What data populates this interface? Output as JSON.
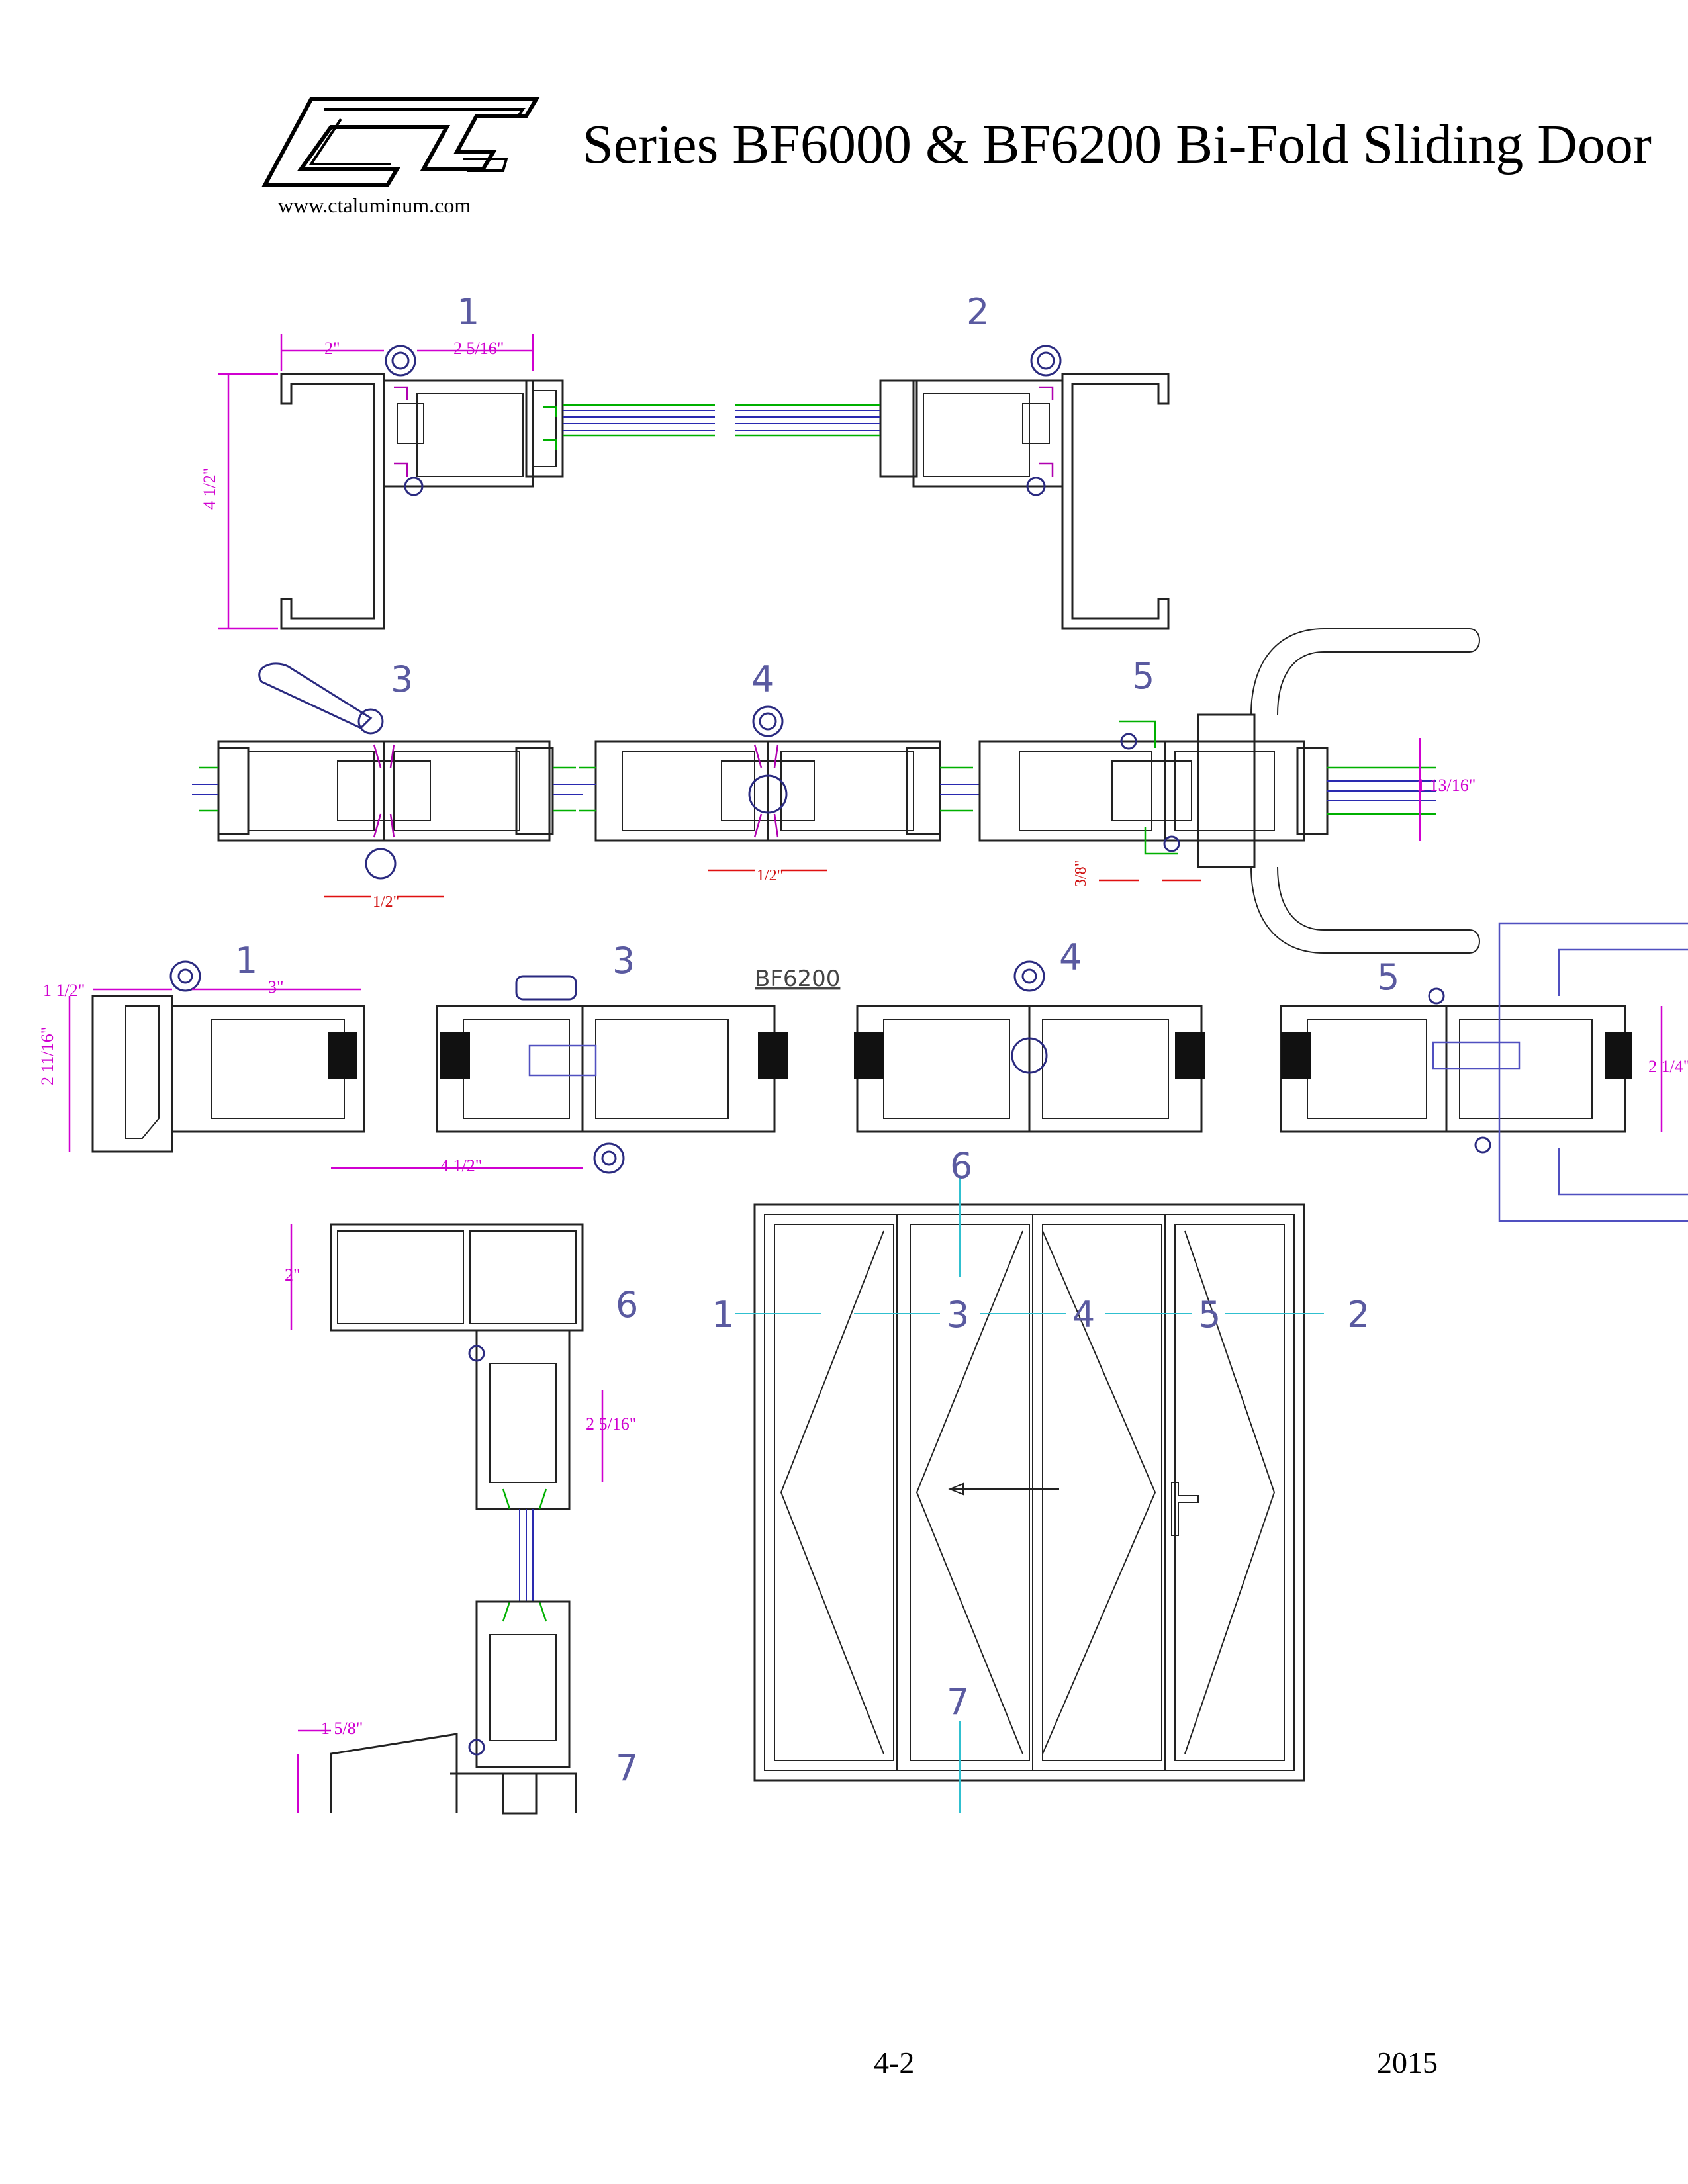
{
  "header": {
    "logo_text": "CT",
    "website": "www.ctaluminum.com",
    "title": "Series BF6000 & BF6200 Bi-Fold Sliding Door"
  },
  "bf6000_sections": {
    "s1": "1",
    "s2": "2",
    "s3": "3",
    "s4": "4",
    "s5": "5",
    "dims": {
      "s1_left": "2\"",
      "s1_right": "2 5/16\"",
      "s1_height": "4 1/2\"",
      "s3_gap": "1/2\"",
      "s4_gap": "1/2\"",
      "s5_gap": "3/8\"",
      "s5_height": "1 13/16\""
    }
  },
  "bf6200_sections": {
    "label": "BF6200",
    "s1": "1",
    "s3": "3",
    "s4": "4",
    "s5": "5",
    "dims": {
      "s1_top": "1 1/2\"",
      "s1_width": "3\"",
      "s1_height": "2 11/16\"",
      "s5_height": "2 1/4\""
    }
  },
  "vertical_sections": {
    "s6": "6",
    "s7": "7",
    "dims": {
      "s6_width": "4 1/2\"",
      "s6_height": "2\"",
      "s6_frame": "2 5/16\"",
      "s7_sill": "1 5/8\""
    }
  },
  "elevation": {
    "labels": [
      "1",
      "3",
      "4",
      "5",
      "2",
      "6",
      "7"
    ]
  },
  "footer": {
    "page": "4-2",
    "year": "2015"
  }
}
